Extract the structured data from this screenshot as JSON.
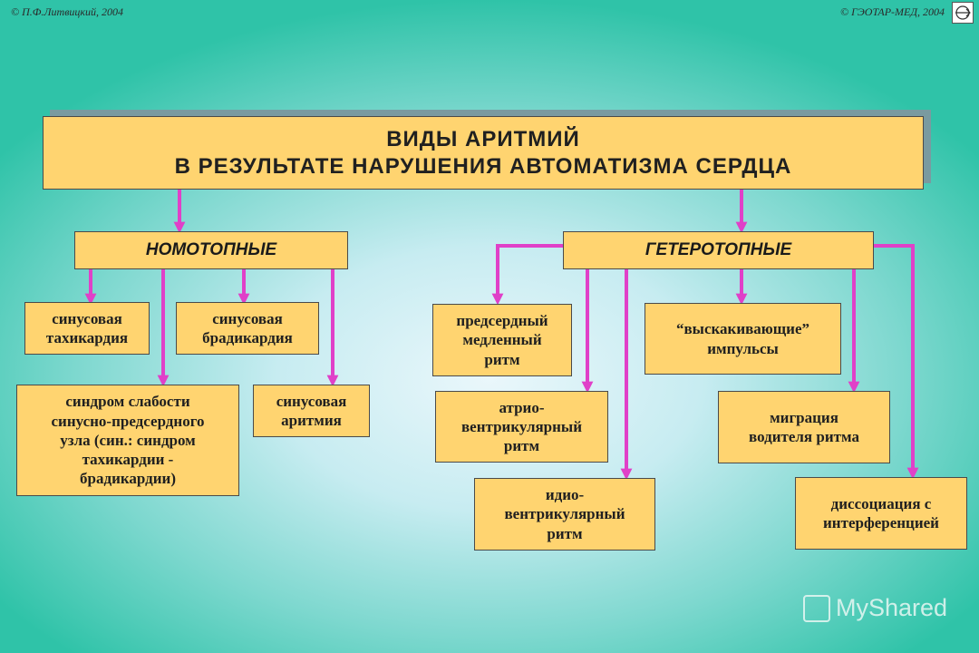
{
  "copyright": {
    "left": "© П.Ф.Литвицкий, 2004",
    "right": "© ГЭОТАР-МЕД, 2004"
  },
  "title": {
    "line1": "ВИДЫ  АРИТМИЙ",
    "line2": "В  РЕЗУЛЬТАТЕ  НАРУШЕНИЯ  АВТОМАТИЗМА  СЕРДЦА"
  },
  "categories": {
    "nomotopic": "НОМОТОПНЫЕ",
    "heterotopic": "ГЕТЕРОТОПНЫЕ"
  },
  "nomotopic_items": {
    "sinus_tachy": [
      "синусовая",
      "тахикардия"
    ],
    "sinus_brady": [
      "синусовая",
      "брадикардия"
    ],
    "sick_sinus": [
      "синдром слабости",
      "синусно-предсердного",
      "узла (син.: синдром",
      "тахикардии -",
      "брадикардии)"
    ],
    "sinus_arrhythmia": [
      "синусовая",
      "аритмия"
    ]
  },
  "heterotopic_items": {
    "atrial_slow": [
      "предсердный",
      "медленный",
      "ритм"
    ],
    "escape": [
      "“выскакивающие”",
      "импульсы"
    ],
    "av_rhythm": [
      "атрио-",
      "вентрикулярный",
      "ритм"
    ],
    "migration": [
      "миграция",
      "водителя ритма"
    ],
    "idioventricular": [
      "идио-",
      "вентрикулярный",
      "ритм"
    ],
    "dissociation": [
      "диссоциация с",
      "интерференцией"
    ]
  },
  "colors": {
    "box_fill": "#ffd470",
    "arrow": "#e040c8"
  },
  "watermark": "MyShared"
}
